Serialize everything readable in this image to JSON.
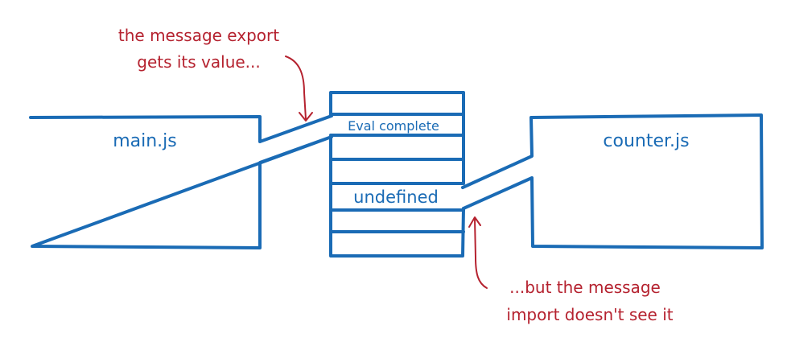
{
  "colors": {
    "module": "#1a6bb5",
    "annotation": "#b5222f"
  },
  "modules": {
    "left": {
      "label": "main.js"
    },
    "right": {
      "label": "counter.js"
    }
  },
  "memory": {
    "slots": [
      "",
      "Eval complete",
      "",
      "",
      "undefined",
      "",
      ""
    ]
  },
  "annotations": {
    "top": {
      "line1": "the message export",
      "line2": "gets its value..."
    },
    "bottom": {
      "line1": "...but the message",
      "line2": "import doesn't see it"
    }
  }
}
